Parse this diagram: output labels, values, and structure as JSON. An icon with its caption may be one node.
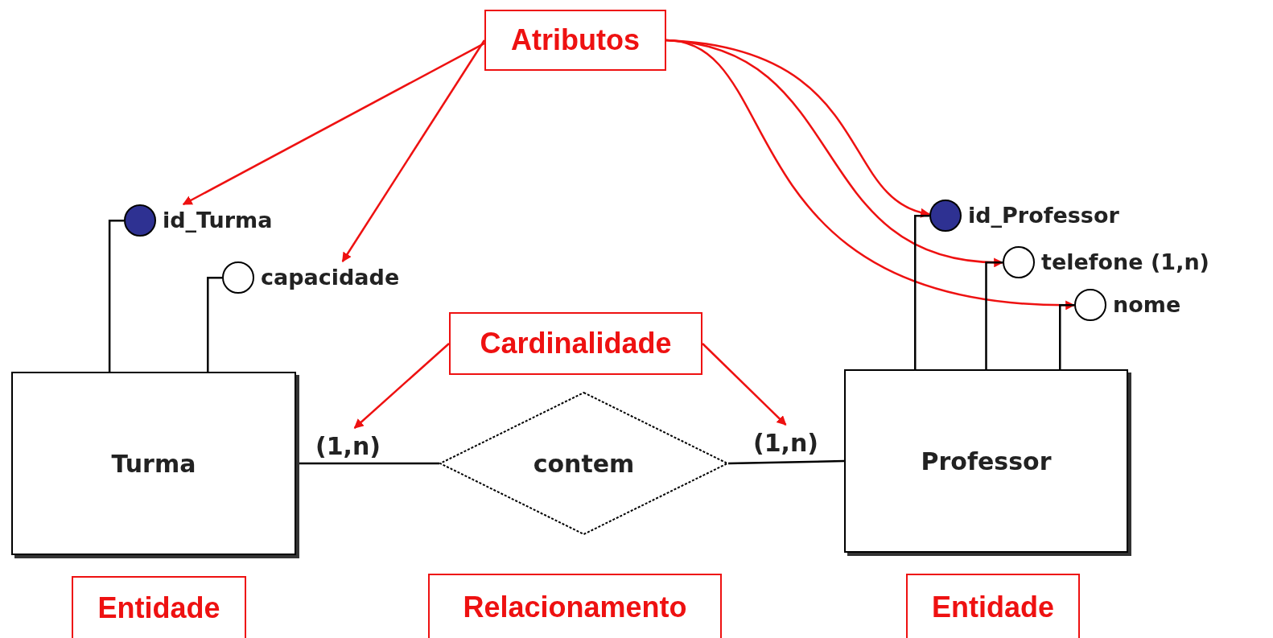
{
  "diagram": {
    "nodes": [
      {
        "text": [
          "Atributos"
        ]
      },
      {
        "text": [
          "id_Turma"
        ]
      },
      {
        "text": [
          "capacidade"
        ]
      },
      {
        "text": [
          "id_Professor"
        ]
      },
      {
        "text": [
          "telefone (1,n)"
        ]
      },
      {
        "text": [
          "nome"
        ]
      },
      {
        "text": [
          "Cardinalidade"
        ]
      },
      {
        "text": [
          "Turma"
        ]
      },
      {
        "text": [
          "contem"
        ]
      },
      {
        "text": [
          "Professor"
        ]
      },
      {
        "text": [
          "(1,n)"
        ]
      },
      {
        "text": [
          "(1,n)"
        ]
      },
      {
        "text": [
          "Entidade"
        ]
      },
      {
        "text": [
          "Relacionamento"
        ]
      },
      {
        "text": [
          "Entidade"
        ]
      }
    ],
    "edges": [
      {
        "from": 0,
        "to": 1,
        "arrow": "to",
        "color": "#ee1111"
      },
      {
        "from": 0,
        "to": 2,
        "arrow": "to",
        "color": "#ee1111"
      },
      {
        "from": 0,
        "to": 3,
        "arrow": "to",
        "color": "#ee1111"
      },
      {
        "from": 0,
        "to": 4,
        "arrow": "to",
        "color": "#ee1111"
      },
      {
        "from": 0,
        "to": 5,
        "arrow": "to",
        "color": "#ee1111"
      },
      {
        "from": 6,
        "to": 10,
        "arrow": "to",
        "color": "#ee1111"
      },
      {
        "from": 6,
        "to": 11,
        "arrow": "to",
        "color": "#ee1111"
      },
      {
        "from": 7,
        "to": 1,
        "arrow": "none",
        "color": "#000000"
      },
      {
        "from": 7,
        "to": 2,
        "arrow": "none",
        "color": "#000000"
      },
      {
        "from": 9,
        "to": 3,
        "arrow": "none",
        "color": "#000000"
      },
      {
        "from": 9,
        "to": 4,
        "arrow": "none",
        "color": "#000000"
      },
      {
        "from": 9,
        "to": 5,
        "arrow": "none",
        "color": "#000000"
      },
      {
        "from": 7,
        "to": 8,
        "arrow": "none",
        "color": "#000000"
      },
      {
        "from": 8,
        "to": 9,
        "arrow": "none",
        "color": "#000000"
      }
    ]
  }
}
